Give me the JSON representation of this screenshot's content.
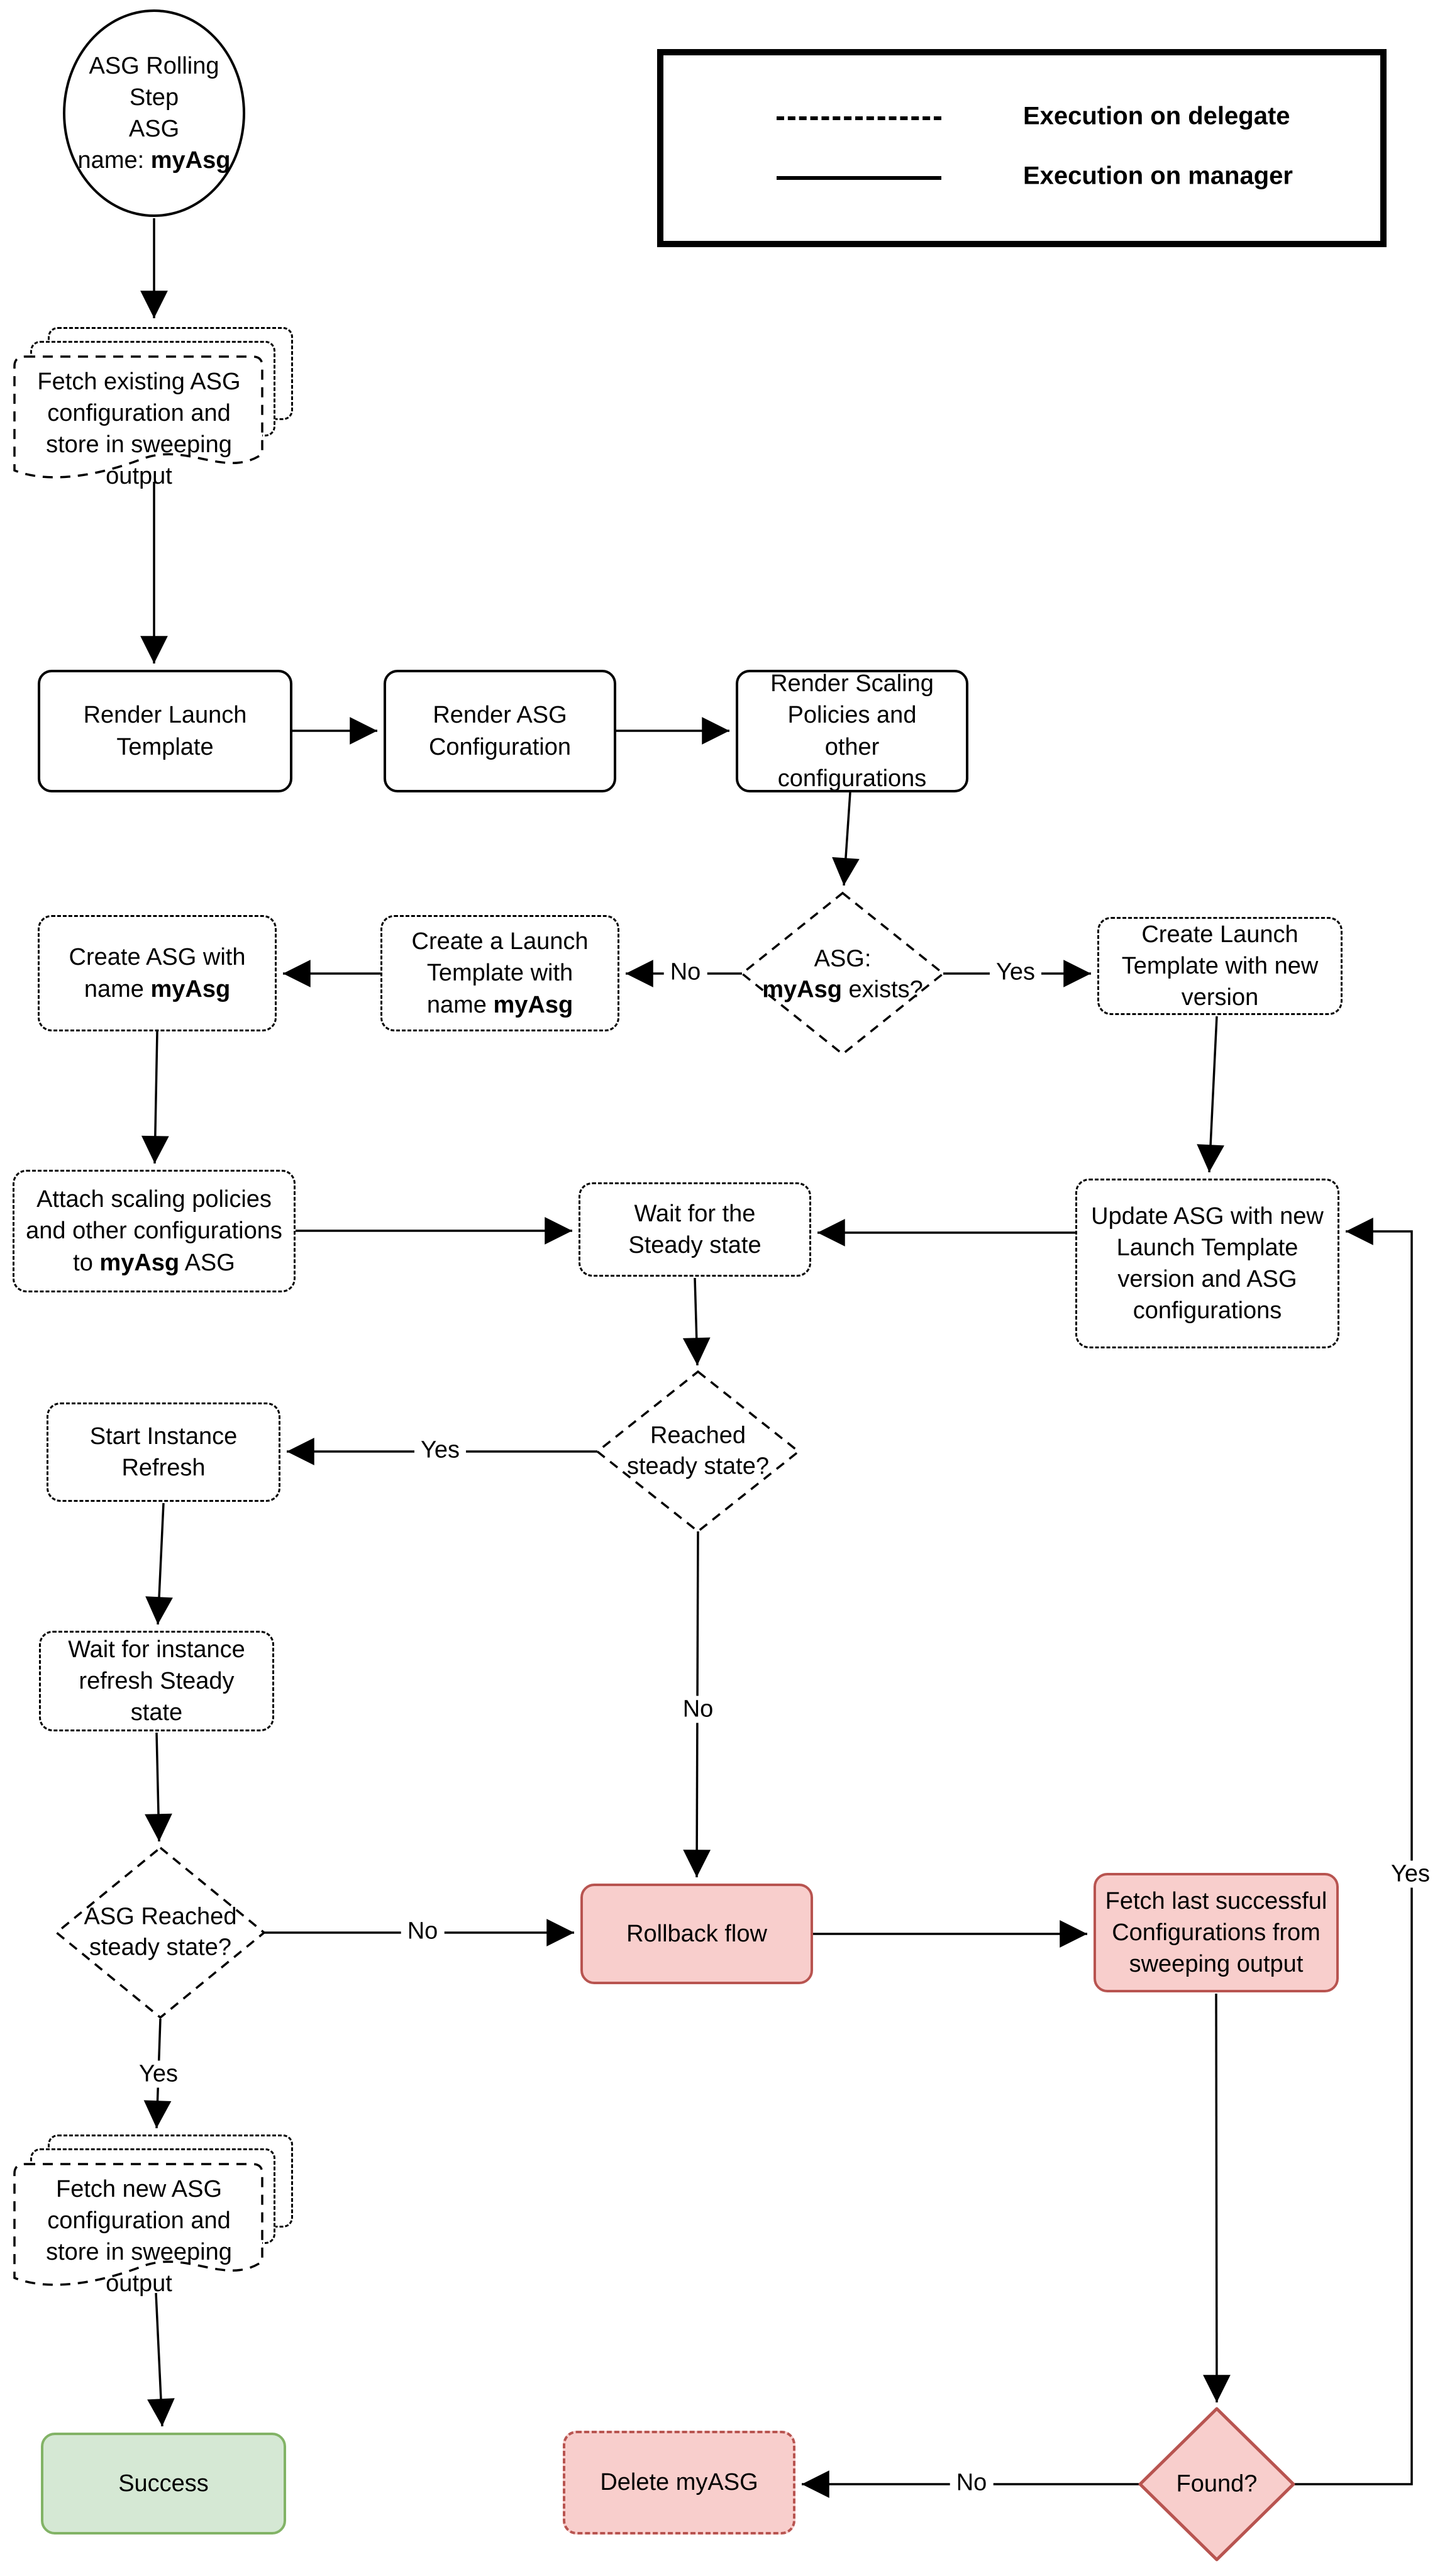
{
  "legend": {
    "delegate_label": "Execution on delegate",
    "manager_label": "Execution on manager"
  },
  "nodes": {
    "start": {
      "line1": "ASG Rolling Step",
      "line2": "ASG",
      "line3_prefix": "name: ",
      "line3_bold": "myAsg"
    },
    "fetch_existing": {
      "text": "Fetch existing ASG configuration and store in sweeping output"
    },
    "render_launch_template": {
      "text": "Render Launch Template"
    },
    "render_asg_configuration": {
      "text": "Render ASG Configuration"
    },
    "render_scaling_policies": {
      "text": "Render Scaling Policies and other configurations"
    },
    "asg_exists_decision": {
      "line1": "ASG:",
      "bold": "myAsg",
      "suffix": " exists?"
    },
    "create_launch_template_named": {
      "prefix": "Create a Launch Template with name ",
      "bold": "myAsg"
    },
    "create_asg": {
      "prefix": "Create ASG with name ",
      "bold": "myAsg"
    },
    "create_launch_template_new": {
      "text": "Create Launch Template with new version"
    },
    "attach_scaling_policies": {
      "prefix": "Attach scaling policies and other configurations to ",
      "bold": "myAsg",
      "suffix": " ASG"
    },
    "wait_steady_state": {
      "text": "Wait for the Steady state"
    },
    "update_asg": {
      "text": "Update ASG with new Launch Template version and ASG configurations"
    },
    "reached_steady_state_decision": {
      "text": "Reached steady state?"
    },
    "start_instance_refresh": {
      "text": "Start Instance Refresh"
    },
    "wait_instance_refresh": {
      "text": "Wait for instance refresh Steady state"
    },
    "asg_reached_decision": {
      "text": "ASG Reached steady state?"
    },
    "rollback_flow": {
      "text": "Rollback flow"
    },
    "fetch_last_successful": {
      "text": "Fetch last successful Configurations from sweeping output"
    },
    "fetch_new_asg": {
      "text": "Fetch new ASG configuration and store in sweeping output"
    },
    "success": {
      "text": "Success"
    },
    "delete_myasg": {
      "text": "Delete myASG"
    },
    "found_decision": {
      "text": "Found?"
    }
  },
  "edge_labels": {
    "asg_exists_no": "No",
    "asg_exists_yes": "Yes",
    "reached_yes": "Yes",
    "reached_no": "No",
    "asg_reached_no": "No",
    "asg_reached_yes": "Yes",
    "found_no": "No",
    "found_yes": "Yes"
  },
  "colors": {
    "danger_fill": "#f8cecc",
    "danger_stroke": "#b85450",
    "success_fill": "#d5e8d4",
    "success_stroke": "#82b366",
    "line": "#000000"
  }
}
